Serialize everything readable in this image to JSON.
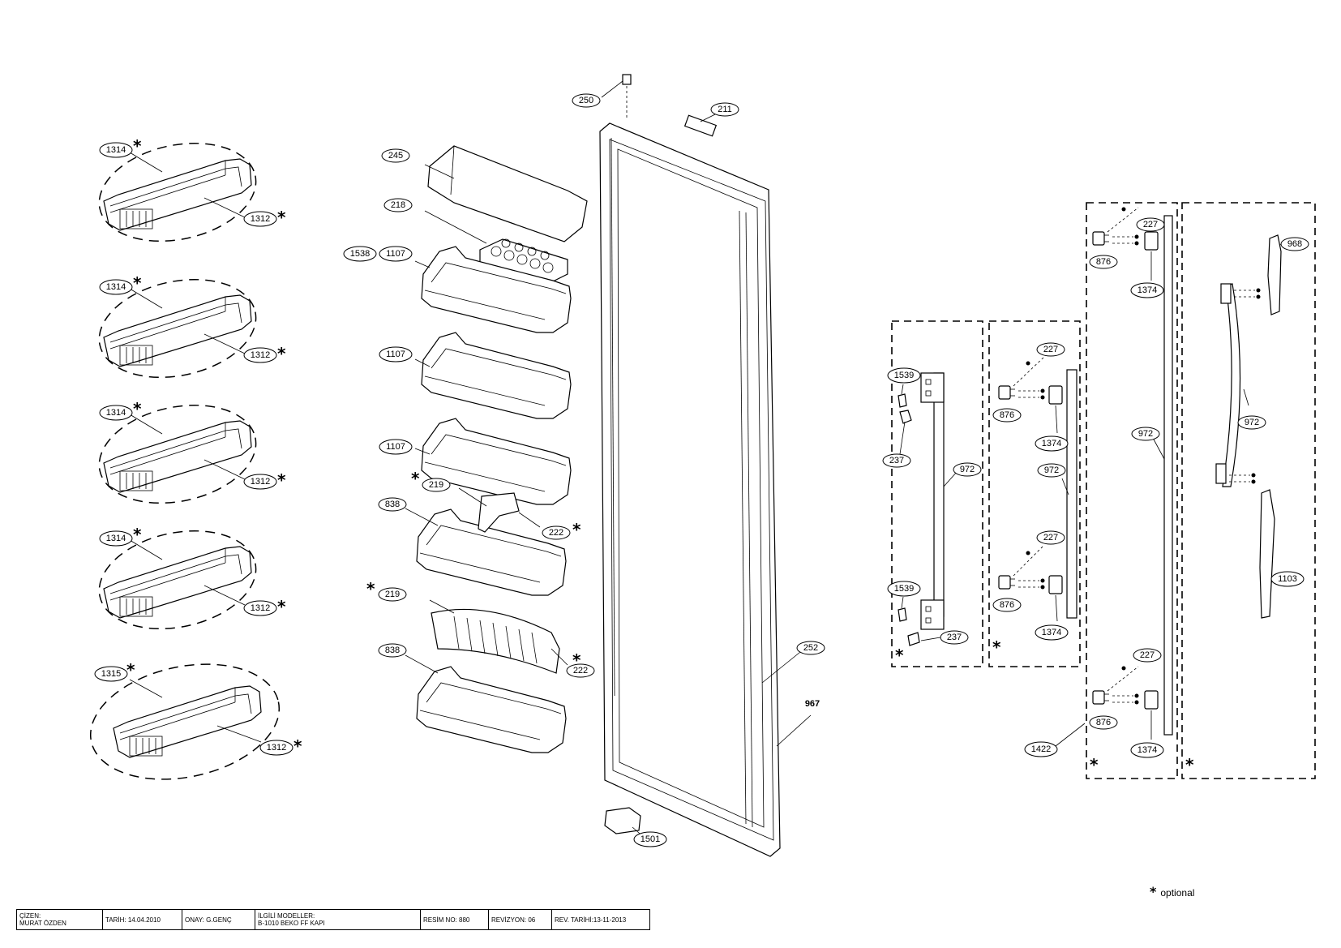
{
  "labels": {
    "l1314": "1314",
    "l1312": "1312",
    "l1315": "1315",
    "l250": "250",
    "l211": "211",
    "l245": "245",
    "l218": "218",
    "l1538": "1538",
    "l1107": "1107",
    "l219": "219",
    "l222": "222",
    "l838": "838",
    "l252": "252",
    "l967": "967",
    "l1501": "1501",
    "l1539": "1539",
    "l237": "237",
    "l972": "972",
    "l227": "227",
    "l876": "876",
    "l1374": "1374",
    "l1422": "1422",
    "l968": "968",
    "l1103": "1103"
  },
  "star_symbol": "*",
  "legend": {
    "symbol": "*",
    "text": "optional"
  },
  "title_block": {
    "drawn_by_label": "ÇİZEN:",
    "drawn_by": "MURAT ÖZDEN",
    "date": "TARİH: 14.04.2010",
    "approved": "ONAY: G.GENÇ",
    "models_label": "İLGİLİ MODELLER:",
    "models": "B-1010 BEKO FF KAPI",
    "drawing_no": "RESİM NO: 880",
    "revision": "REVİZYON: 06",
    "rev_date": "REV. TARİHİ:13-11-2013"
  }
}
